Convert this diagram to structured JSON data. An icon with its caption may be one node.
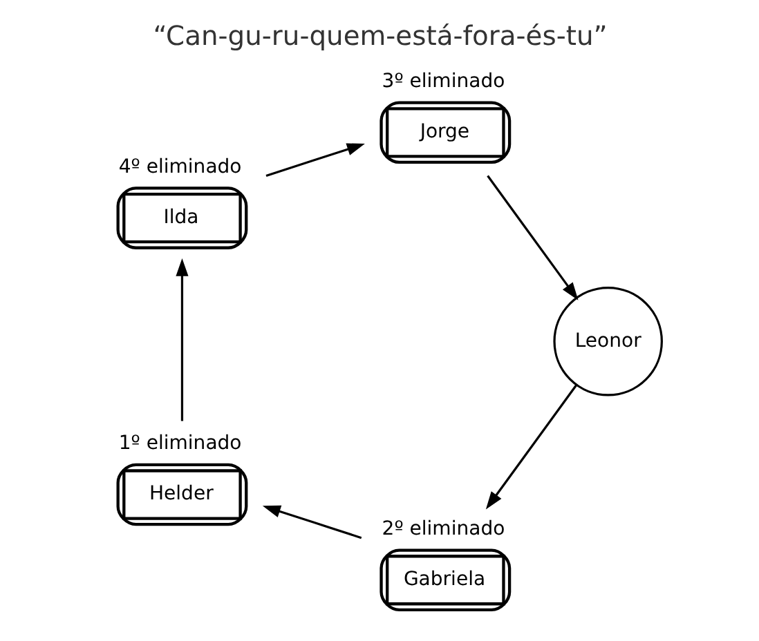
{
  "diagram": {
    "title": "“Can-gu-ru-quem-está-fora-és-tu”",
    "nodes": [
      {
        "text": [
          "Gabriela"
        ],
        "beside": [
          "2º eliminado"
        ]
      },
      {
        "text": [
          "Leonor"
        ]
      },
      {
        "text": [
          "Helder"
        ],
        "beside": [
          "1º eliminado"
        ]
      },
      {
        "text": [
          "Jorge"
        ],
        "beside": [
          "3º eliminado"
        ]
      },
      {
        "text": [
          "Ilda"
        ],
        "beside": [
          "4º eliminado"
        ]
      }
    ],
    "edges": [
      {
        "from": 1,
        "to": 0,
        "arrow": "to"
      },
      {
        "from": 0,
        "to": 2,
        "arrow": "to"
      },
      {
        "from": 2,
        "to": 4,
        "arrow": "to"
      },
      {
        "from": 4,
        "to": 3,
        "arrow": "to"
      },
      {
        "from": 3,
        "to": 1,
        "arrow": "to"
      }
    ]
  }
}
